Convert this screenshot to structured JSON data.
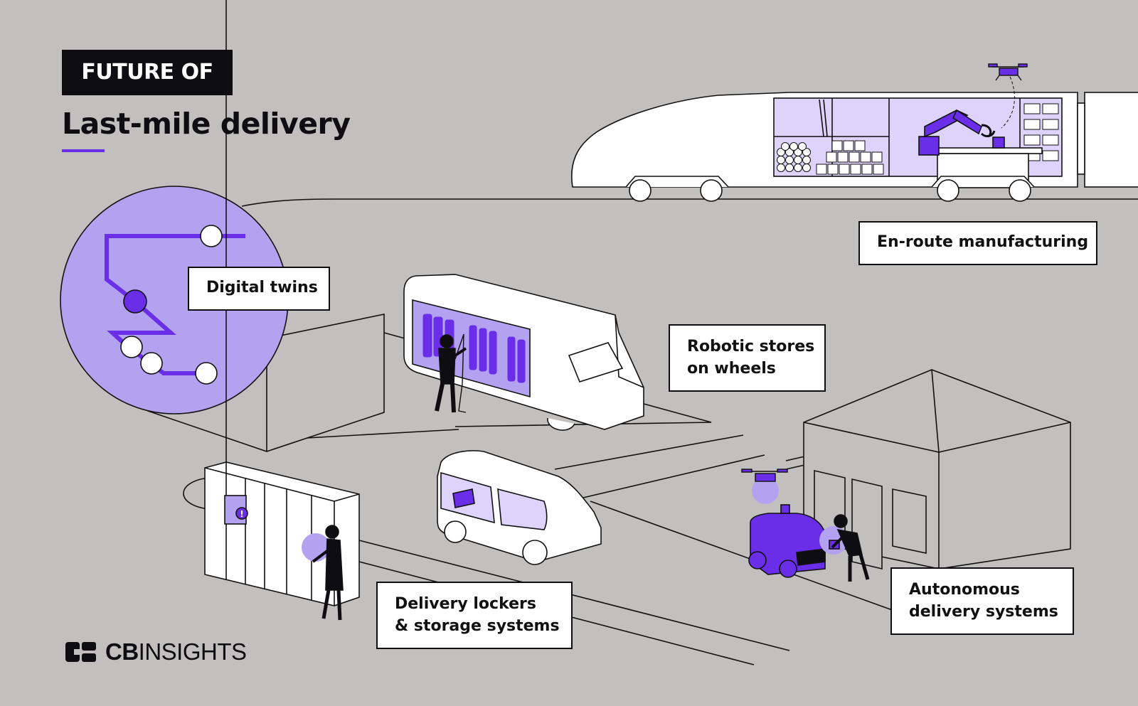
{
  "header": {
    "tag": "FUTURE OF",
    "title": "Last-mile delivery"
  },
  "labels": {
    "enroute": "En-route manufacturing",
    "digital_twins": "Digital twins",
    "robotic_stores": "Robotic stores\non wheels",
    "lockers": "Delivery lockers\n& storage systems",
    "autonomous": "Autonomous\ndelivery systems"
  },
  "logo": {
    "icon": "cb-insights-logo-icon",
    "brand_bold": "CB",
    "brand_light": "INSIGHTS"
  },
  "colors": {
    "background": "#c1c0be",
    "accent": "#6a2ee8",
    "accent_light": "#ddd3fb",
    "accent_mid": "#b3a2f0",
    "ink": "#0d0d12"
  }
}
